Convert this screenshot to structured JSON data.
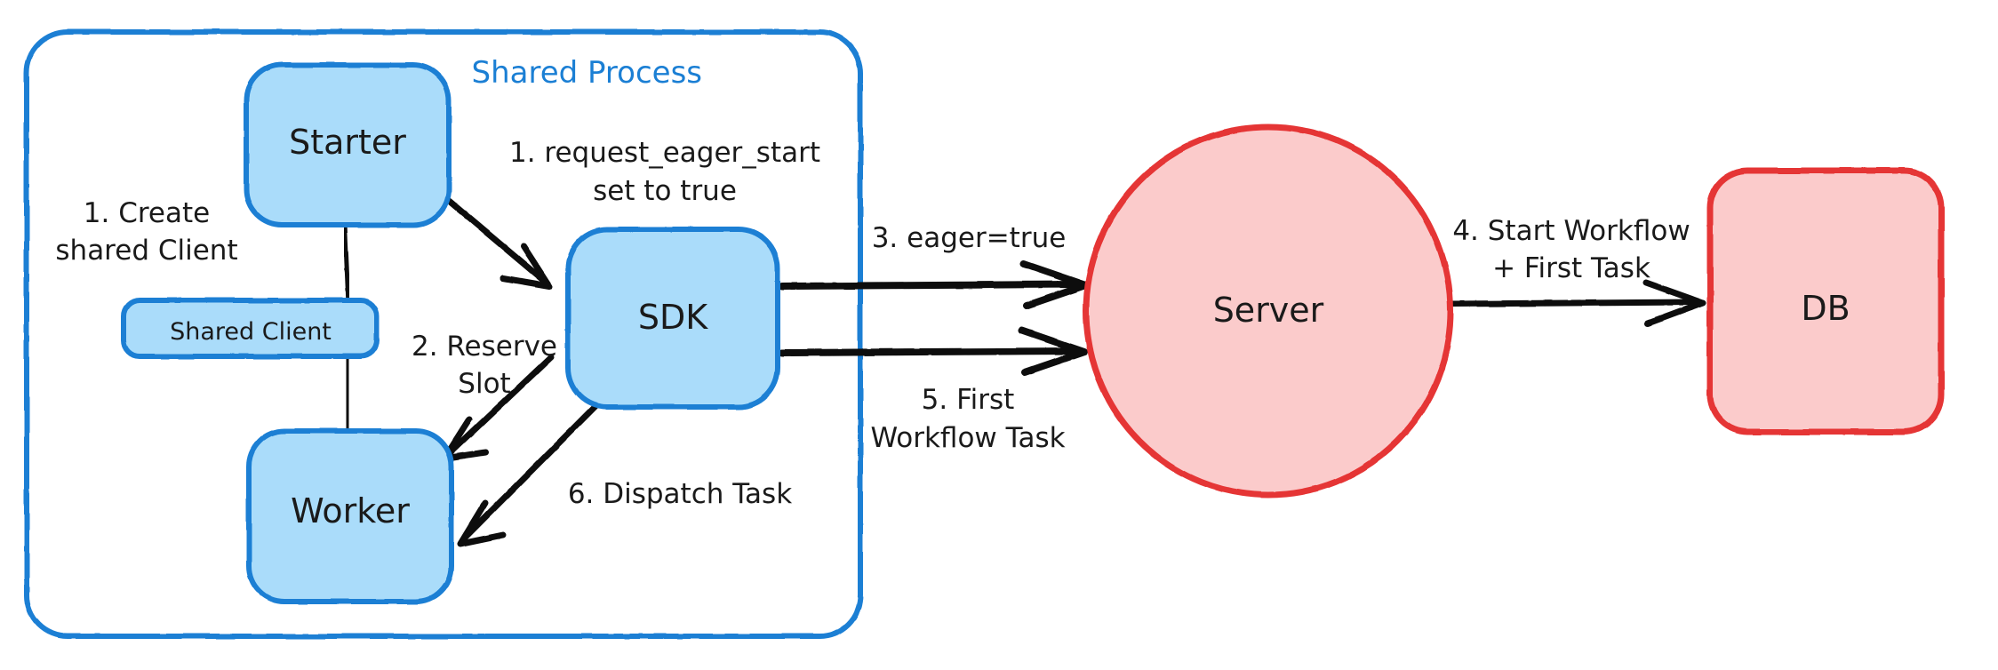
{
  "diagram": {
    "title": "Eager Workflow Start sequence",
    "background": "#ffffff",
    "palette": {
      "blue_fill": "#aadcfa",
      "blue_stroke": "#1b7fd4",
      "red_fill": "#fbcbcb",
      "red_stroke": "#e53535",
      "arrow": "#111111",
      "text": "#1a1a1a",
      "group_label": "#1b7fd4"
    },
    "groups": [
      {
        "id": "shared-process",
        "label": "Shared Process",
        "label_color": "#1b7fd4",
        "stroke": "#1b7fd4",
        "fill": "none"
      }
    ],
    "nodes": [
      {
        "id": "starter",
        "label": "Starter",
        "shape": "rounded-rect",
        "fill": "#aadcfa",
        "stroke": "#1b7fd4",
        "group": "shared-process"
      },
      {
        "id": "shared-client",
        "label": "Shared Client",
        "shape": "rounded-rect",
        "fill": "#aadcfa",
        "stroke": "#1b7fd4",
        "group": "shared-process"
      },
      {
        "id": "worker",
        "label": "Worker",
        "shape": "rounded-rect",
        "fill": "#aadcfa",
        "stroke": "#1b7fd4",
        "group": "shared-process"
      },
      {
        "id": "sdk",
        "label": "SDK",
        "shape": "rounded-rect",
        "fill": "#aadcfa",
        "stroke": "#1b7fd4",
        "group": "shared-process"
      },
      {
        "id": "server",
        "label": "Server",
        "shape": "ellipse",
        "fill": "#fbcbcb",
        "stroke": "#e53535",
        "group": null
      },
      {
        "id": "db",
        "label": "DB",
        "shape": "rounded-rect",
        "fill": "#fbcbcb",
        "stroke": "#e53535",
        "group": null
      }
    ],
    "edges": [
      {
        "id": "e-starter-client",
        "from": "starter",
        "to": "shared-client",
        "label": "",
        "arrow": false,
        "style": "thin"
      },
      {
        "id": "e-client-worker",
        "from": "shared-client",
        "to": "worker",
        "label": "",
        "arrow": false,
        "style": "thin"
      },
      {
        "id": "e-starter-sdk",
        "from": "starter",
        "to": "sdk",
        "label": "1. request_eager_start\nset to true",
        "arrow": true,
        "style": "thick"
      },
      {
        "id": "e-sdk-worker-res",
        "from": "sdk",
        "to": "worker",
        "label": "2. Reserve\nSlot",
        "arrow": true,
        "style": "thick"
      },
      {
        "id": "e-sdk-server-1",
        "from": "sdk",
        "to": "server",
        "label": "3. eager=true",
        "arrow": true,
        "style": "thick"
      },
      {
        "id": "e-server-db",
        "from": "server",
        "to": "db",
        "label": "4. Start Workflow\n+ First Task",
        "arrow": true,
        "style": "thick"
      },
      {
        "id": "e-sdk-server-2",
        "from": "sdk",
        "to": "server",
        "label": "5. First\nWorkflow Task",
        "arrow": true,
        "style": "thick"
      },
      {
        "id": "e-sdk-worker-dis",
        "from": "sdk",
        "to": "worker",
        "label": "6. Dispatch Task",
        "arrow": true,
        "style": "thick"
      }
    ],
    "labels": {
      "group_shared_process": "Shared Process",
      "node_starter": "Starter",
      "node_shared_client": "Shared Client",
      "node_worker": "Worker",
      "node_sdk": "SDK",
      "node_server": "Server",
      "node_db": "DB",
      "edge1_line1": "1. request_eager_start",
      "edge1_line2": "set to true",
      "edge_create_line1": "1. Create",
      "edge_create_line2": "shared Client",
      "edge2_line1": "2. Reserve",
      "edge2_line2": "Slot",
      "edge3": "3. eager=true",
      "edge4_line1": "4. Start Workflow",
      "edge4_line2": "+ First Task",
      "edge5_line1": "5. First",
      "edge5_line2": "Workflow Task",
      "edge6": "6. Dispatch Task"
    }
  }
}
